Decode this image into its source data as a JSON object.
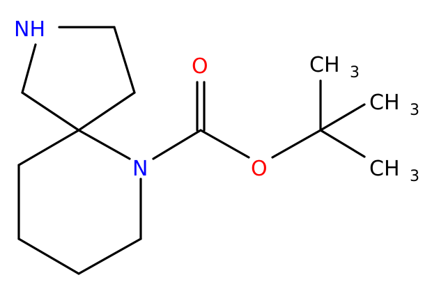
{
  "colors": {
    "bond": "#000000",
    "nitrogen": "#0000ff",
    "oxygen": "#ff0000",
    "carbon": "#000000"
  },
  "atoms": {
    "nh": "NH",
    "n": "N",
    "o_carbonyl": "O",
    "o_ester": "O",
    "ch3_top": "CH",
    "ch3_mid": "CH",
    "ch3_bot": "CH",
    "sub3": "3"
  }
}
